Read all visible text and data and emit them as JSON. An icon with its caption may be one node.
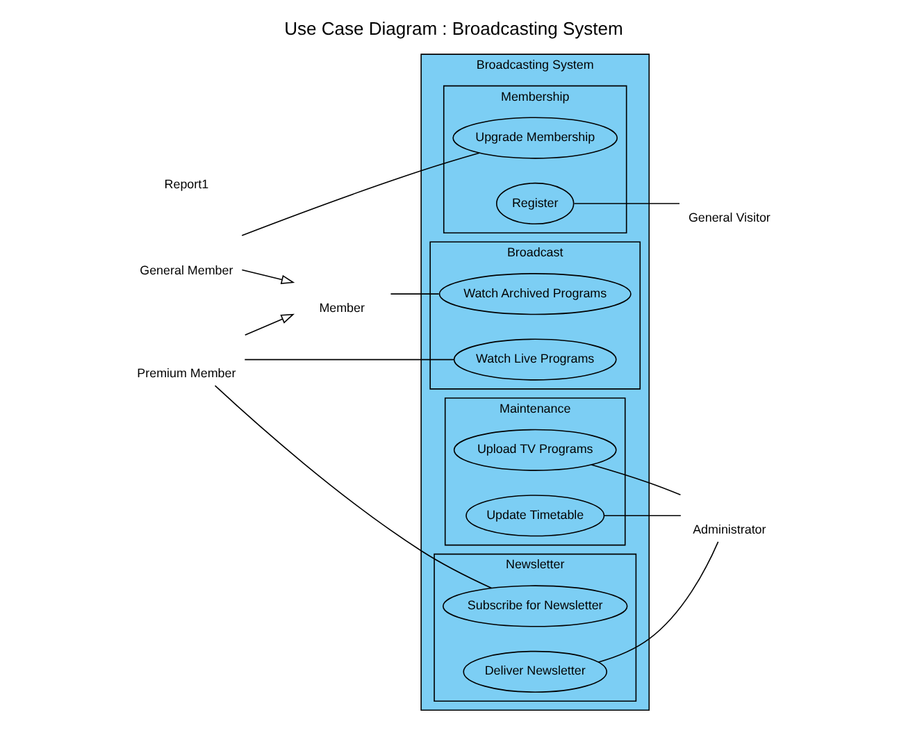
{
  "diagram": {
    "title": "Use Case Diagram : Broadcasting System",
    "nodes": [
      {
        "text": [
          "Broadcasting System"
        ]
      },
      {
        "text": [
          "Membership"
        ],
        "in": 0
      },
      {
        "text": [
          "Upgrade Membership"
        ],
        "in": 1
      },
      {
        "text": [
          "Register"
        ],
        "in": 1
      },
      {
        "text": [
          "Broadcast"
        ],
        "in": 0
      },
      {
        "text": [
          "Watch Archived Programs"
        ],
        "in": 4
      },
      {
        "text": [
          "Watch Live Programs"
        ],
        "in": 4
      },
      {
        "text": [
          "Maintenance"
        ],
        "in": 0
      },
      {
        "text": [
          "Upload TV Programs"
        ],
        "in": 7
      },
      {
        "text": [
          "Update Timetable"
        ],
        "in": 7
      },
      {
        "text": [
          "Newsletter"
        ],
        "in": 0
      },
      {
        "text": [
          "Subscribe for Newsletter"
        ],
        "in": 10
      },
      {
        "text": [
          "Deliver Newsletter"
        ],
        "in": 10
      },
      {
        "text": [
          "General Member"
        ]
      },
      {
        "text": [
          "Member"
        ]
      },
      {
        "text": [
          "Premium Member"
        ]
      },
      {
        "text": [
          "General Visitor"
        ]
      },
      {
        "text": [
          "Administrator"
        ]
      }
    ],
    "edges": [
      {
        "from": 13,
        "to": 2,
        "arrow": "none"
      },
      {
        "from": 3,
        "to": 16,
        "arrow": "none"
      },
      {
        "from": 13,
        "to": 14,
        "arrow": "to"
      },
      {
        "from": 14,
        "to": 5,
        "arrow": "none"
      },
      {
        "from": 15,
        "to": 14,
        "arrow": "to"
      },
      {
        "from": 15,
        "to": 6,
        "arrow": "none"
      },
      {
        "from": 8,
        "to": 17,
        "arrow": "none"
      },
      {
        "from": 9,
        "to": 17,
        "arrow": "none"
      },
      {
        "from": 15,
        "to": 11,
        "arrow": "none"
      },
      {
        "from": 12,
        "to": 17,
        "arrow": "none"
      }
    ],
    "labels": [
      "Report1"
    ]
  }
}
